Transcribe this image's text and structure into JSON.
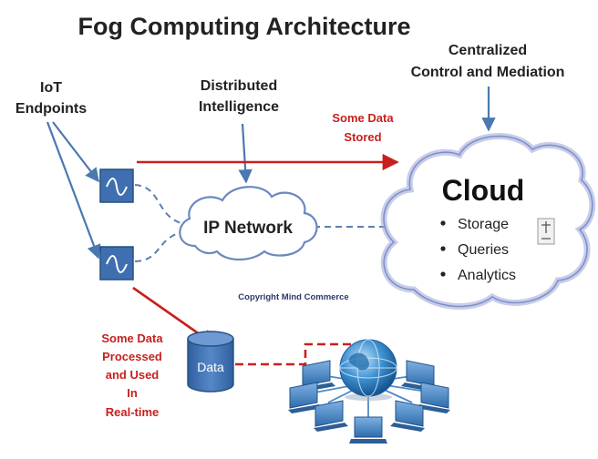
{
  "title": "Fog Computing Architecture",
  "labels": {
    "iot_line1": "IoT",
    "iot_line2": "Endpoints",
    "distributed_line1": "Distributed",
    "distributed_line2": "Intelligence",
    "centralized_line1": "Centralized",
    "centralized_line2": "Control and Mediation",
    "stored_line1": "Some Data",
    "stored_line2": "Stored",
    "ip_network": "IP Network",
    "copyright": "Copyright Mind Commerce",
    "processed_line1": "Some Data",
    "processed_line2": "Processed",
    "processed_line3": "and Used",
    "processed_line4": "In",
    "processed_line5": "Real-time",
    "data_db": "Data"
  },
  "cloud": {
    "title": "Cloud",
    "bullets": [
      "Storage",
      "Queries",
      "Analytics"
    ]
  },
  "colors": {
    "title_text": "#222222",
    "blue_line": "#4a78b0",
    "node_fill": "#3f6fb0",
    "red": "#c8201e",
    "cloud_outline": "#9aa6d6",
    "dashed": "#5c7fae"
  },
  "icons": {
    "endpoint_device": "sine-wave-square-icon",
    "database": "database-cylinder-icon",
    "network_globe": "globe-network-icon",
    "computer": "computer-icon"
  }
}
